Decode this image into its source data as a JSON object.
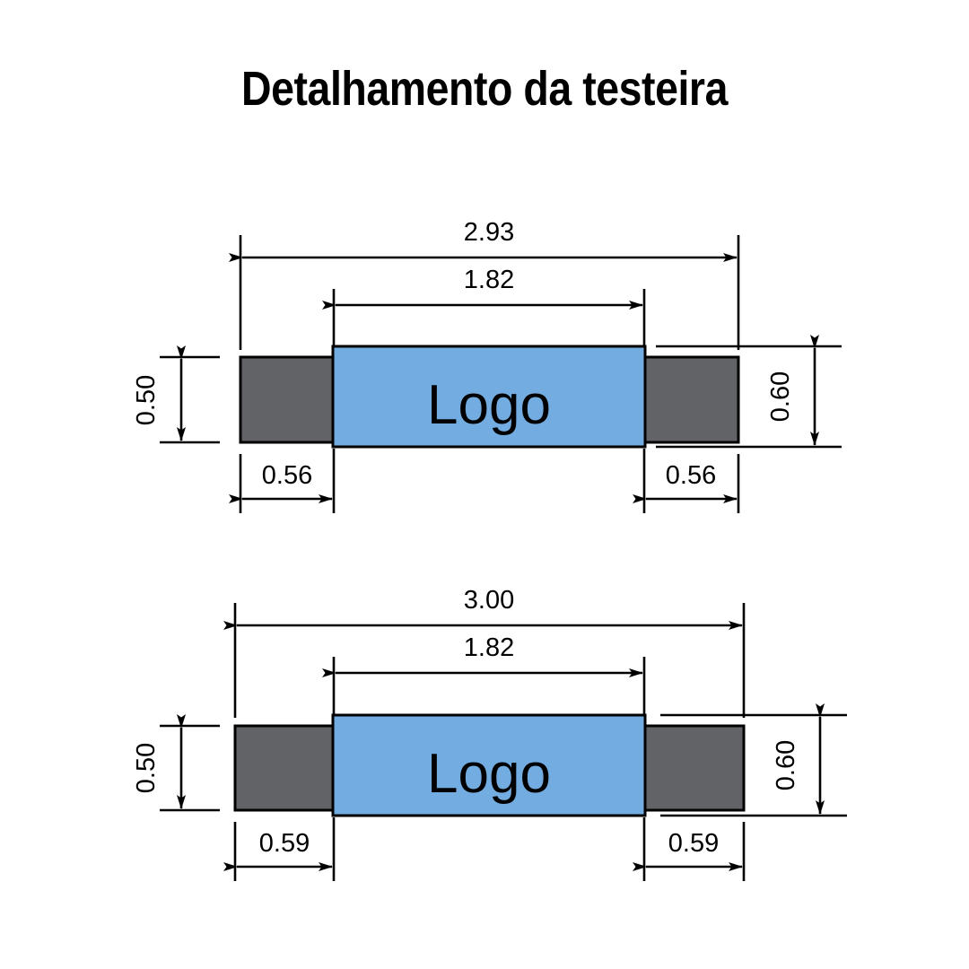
{
  "page": {
    "title": "Detalhamento da testeira",
    "background_color": "#ffffff"
  },
  "colors": {
    "panel_blue": "#72ACE0",
    "panel_gray": "#616366",
    "outline": "#000000",
    "text": "#000000"
  },
  "diagrams": [
    {
      "id": "testeira-superior",
      "logo_label": "Logo",
      "dimensions": {
        "overall_width": "2.93",
        "center_width": "1.82",
        "left_wing_width": "0.56",
        "right_wing_width": "0.56",
        "wing_height": "0.50",
        "center_height": "0.60"
      }
    },
    {
      "id": "testeira-inferior",
      "logo_label": "Logo",
      "dimensions": {
        "overall_width": "3.00",
        "center_width": "1.82",
        "left_wing_width": "0.59",
        "right_wing_width": "0.59",
        "wing_height": "0.50",
        "center_height": "0.60"
      }
    }
  ]
}
